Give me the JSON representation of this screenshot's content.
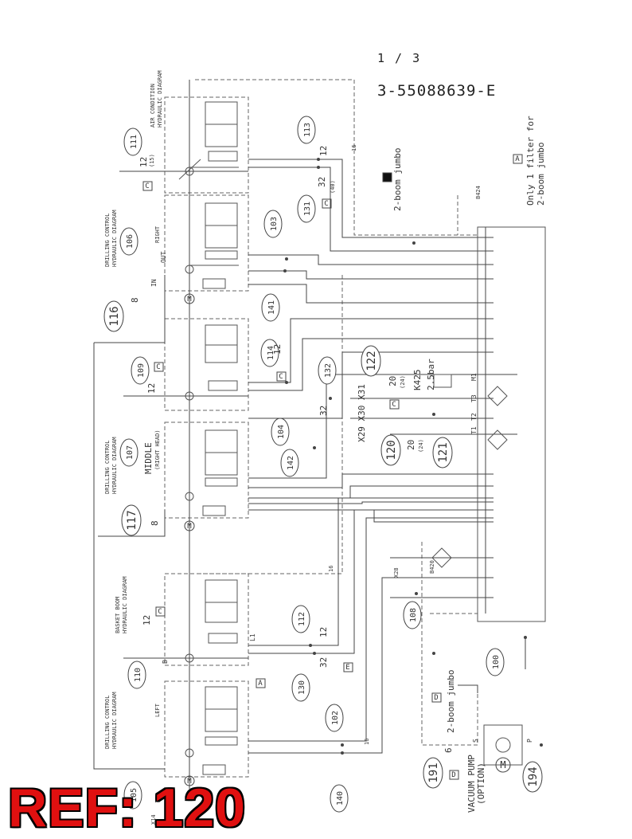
{
  "header": {
    "page": "1 /  3",
    "doc_number": "3-55088639-E"
  },
  "banner": {
    "ref": "REF: 120"
  },
  "balloons": [
    {
      "id": "b111",
      "label": "111"
    },
    {
      "id": "b113",
      "label": "113"
    },
    {
      "id": "b131",
      "label": "131"
    },
    {
      "id": "b106",
      "label": "106"
    },
    {
      "id": "b103",
      "label": "103"
    },
    {
      "id": "b141",
      "label": "141"
    },
    {
      "id": "b116",
      "label": "116"
    },
    {
      "id": "b109",
      "label": "109"
    },
    {
      "id": "b114",
      "label": "114"
    },
    {
      "id": "b132",
      "label": "132"
    },
    {
      "id": "b122",
      "label": "122"
    },
    {
      "id": "b104",
      "label": "104"
    },
    {
      "id": "b142",
      "label": "142"
    },
    {
      "id": "b120",
      "label": "120"
    },
    {
      "id": "b121",
      "label": "121"
    },
    {
      "id": "b107",
      "label": "107"
    },
    {
      "id": "b117",
      "label": "117"
    },
    {
      "id": "b108",
      "label": "108"
    },
    {
      "id": "b112",
      "label": "112"
    },
    {
      "id": "b110",
      "label": "110"
    },
    {
      "id": "b130",
      "label": "130"
    },
    {
      "id": "b100",
      "label": "100"
    },
    {
      "id": "b102",
      "label": "102"
    },
    {
      "id": "b105",
      "label": "105"
    },
    {
      "id": "b140",
      "label": "140"
    },
    {
      "id": "b191",
      "label": "191"
    },
    {
      "id": "b194",
      "label": "194"
    }
  ],
  "boxed_letters": [
    "C",
    "C",
    "C",
    "C",
    "C",
    "C",
    "E",
    "A",
    "A",
    "D"
  ],
  "rotated_text": {
    "air_condition": "AIR CONDITION",
    "air_condition_sub": "HYDRAULIC DIAGRAM",
    "drilling_control": "DRILLING CONTROL",
    "hydraulic_diagram": "HYDRAULIC DIAGRAM",
    "basket_boom": "BASKET BOOM",
    "right": "RIGHT",
    "middle": "MIDDLE",
    "right_head": "(RIGHT HEAD)",
    "left": "LEFT",
    "two_boom_jumbo": "2-boom jumbo",
    "only_one_filter": "Only 1 filter for",
    "only_one_filter_2": "2-boom jumbo",
    "vacuum_pump": "VACUUM PUMP",
    "option": "(OPTION)",
    "k425": "K425",
    "two_5bar": "2.5bar",
    "x29_x30_x31": "X29 X30 X31",
    "x28": "X28",
    "x14": "X14",
    "b424": "B424",
    "b420": "B420"
  },
  "dims": {
    "d12": "12",
    "d15": "(15)",
    "d32": "32",
    "d40": "(40)",
    "d16": "16",
    "d8": "8",
    "d20": "20",
    "d24": "(24)",
    "d6": "6"
  },
  "ports": {
    "in": "IN",
    "out": "OUT",
    "m1": "M1",
    "t1": "T1",
    "t2": "T2",
    "t3": "T3",
    "s": "S",
    "p": "P",
    "b": "B",
    "l1": "L1"
  }
}
